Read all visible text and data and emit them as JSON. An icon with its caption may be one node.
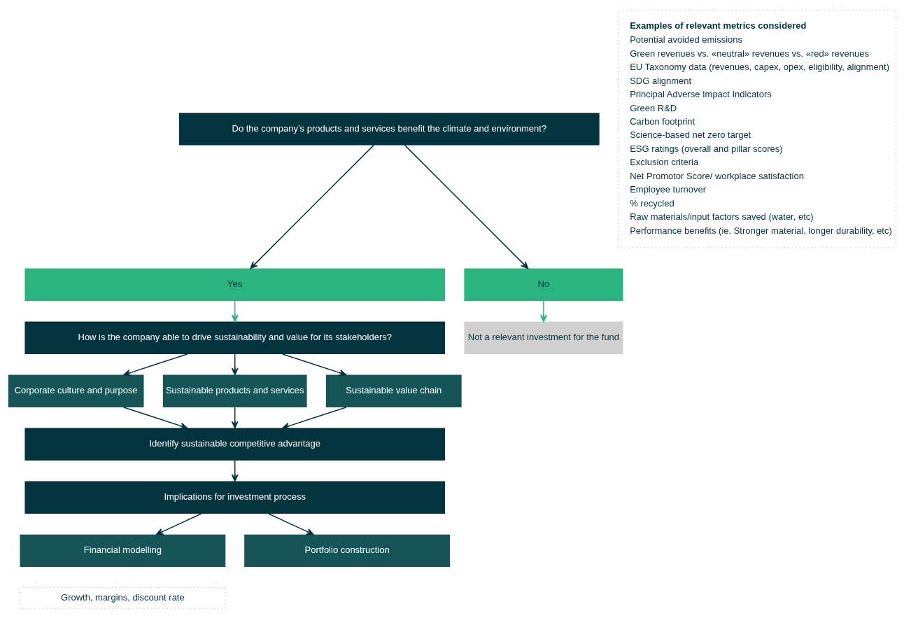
{
  "diagram": {
    "nodes": [
      {
        "text": [
          "Do the company’s products and services benefit the climate and environment?"
        ]
      },
      {
        "text": [
          "Yes"
        ]
      },
      {
        "text": [
          "No"
        ]
      },
      {
        "text": [
          "How is the company able to drive sustainability and value for its stakeholders?"
        ]
      },
      {
        "text": [
          "Not a relevant investment for the fund"
        ]
      },
      {
        "text": [
          "Corporate culture and purpose"
        ]
      },
      {
        "text": [
          "Sustainable products and services"
        ]
      },
      {
        "text": [
          "Sustainable value chain"
        ]
      },
      {
        "text": [
          "Identify sustainable competitive advantage"
        ]
      },
      {
        "text": [
          "Implications for investment process"
        ]
      },
      {
        "text": [
          "Financial modelling"
        ]
      },
      {
        "text": [
          "Portfolio construction"
        ]
      },
      {
        "text": [
          "Growth, margins, discount rate"
        ]
      },
      {
        "text": [
          "Examples of relevant metrics considered",
          "Potential avoided emissions",
          "Green revenues vs. «neutral» revenues vs. «red» revenues",
          "EU Taxonomy data (revenues, capex, opex, eligibility, alignment)",
          "SDG alignment",
          "Principal Adverse Impact Indicators",
          "Green R&D",
          "Carbon footprint",
          "Science-based net zero target",
          "ESG ratings (overall and pillar scores)",
          "Exclusion criteria",
          "Net Promotor Score/ workplace satisfaction",
          "Employee turnover",
          "% recycled",
          "Raw materials/input factors saved (water, etc)",
          "Performance benefits (ie. Stronger material, longer durability, etc)"
        ]
      }
    ],
    "edges": [
      {
        "from": 0,
        "to": 1,
        "arrow": "to"
      },
      {
        "from": 0,
        "to": 2,
        "arrow": "to"
      },
      {
        "from": 1,
        "to": 3,
        "arrow": "to",
        "color": "#2ab47f"
      },
      {
        "from": 2,
        "to": 4,
        "arrow": "to",
        "color": "#2ab47f"
      },
      {
        "from": 3,
        "to": 5,
        "arrow": "to"
      },
      {
        "from": 3,
        "to": 6,
        "arrow": "to"
      },
      {
        "from": 3,
        "to": 7,
        "arrow": "to"
      },
      {
        "from": 5,
        "to": 8,
        "arrow": "to"
      },
      {
        "from": 6,
        "to": 8,
        "arrow": "to"
      },
      {
        "from": 7,
        "to": 8,
        "arrow": "to"
      },
      {
        "from": 8,
        "to": 9,
        "arrow": "to"
      },
      {
        "from": 9,
        "to": 10,
        "arrow": "to"
      },
      {
        "from": 9,
        "to": 11,
        "arrow": "to"
      }
    ]
  }
}
